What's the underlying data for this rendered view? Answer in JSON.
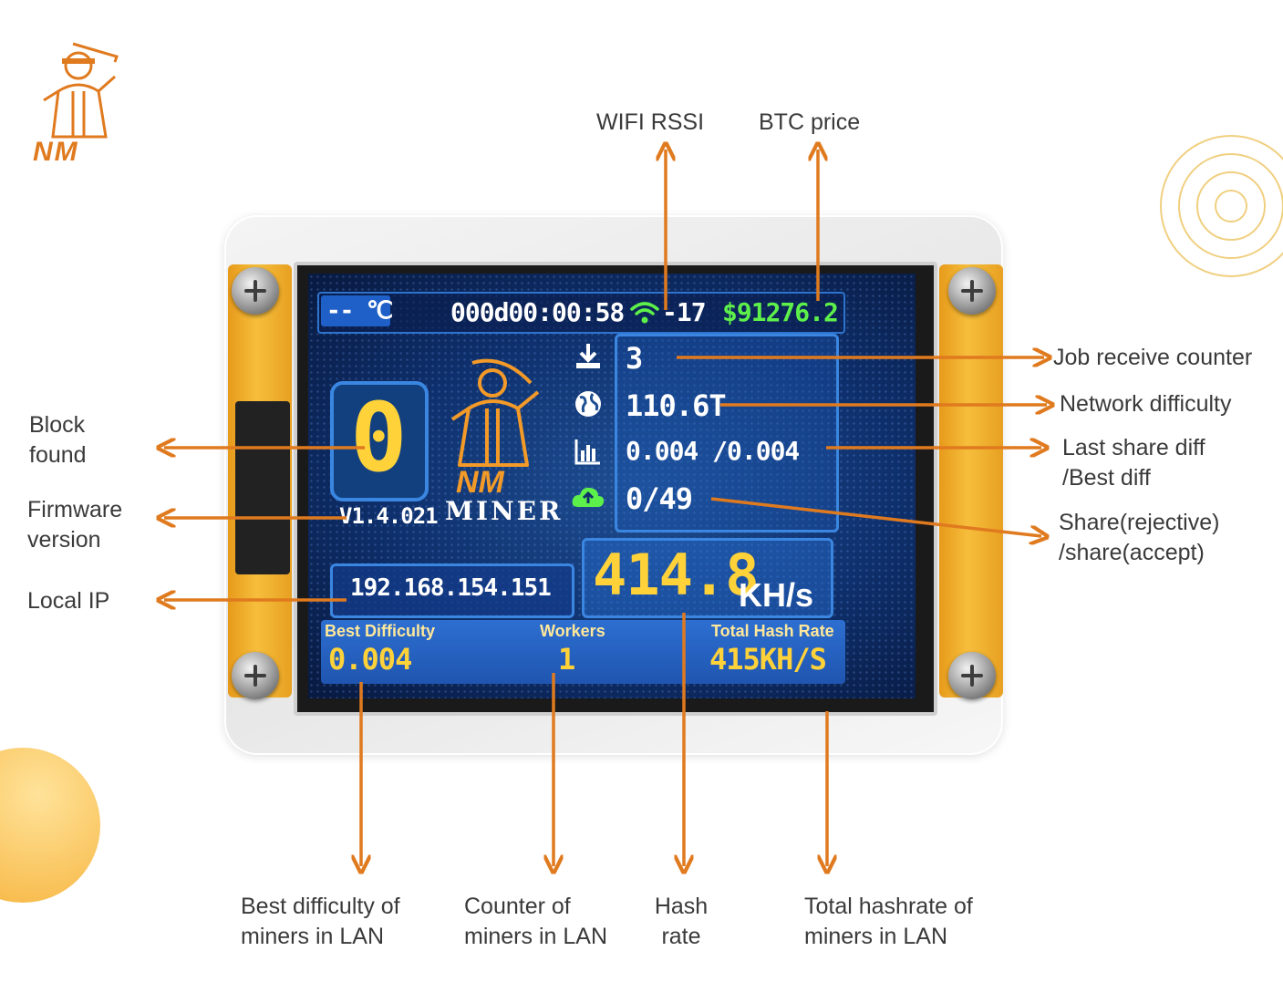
{
  "brand": {
    "logo_text": "NM"
  },
  "colors": {
    "accent_orange": "#e07a1f",
    "lcd_blue": "#1f4f93",
    "digit_yellow": "#ffd23a",
    "price_green": "#5ef04a"
  },
  "screen": {
    "temperature": "-- ℃",
    "uptime": "000d00:00:58",
    "wifi_rssi": "-17",
    "btc_price": "$91276.2",
    "block_found": "0",
    "firmware": "V1.4.021",
    "brand_line1": "NM",
    "brand_line2": "MINER",
    "job_counter": "3",
    "network_difficulty": "110.6T",
    "share_diff": "0.004 /0.004",
    "shares": "0/49",
    "hashrate_value": "414.8",
    "hashrate_unit": "KH/s",
    "local_ip": "192.168.154.151",
    "best_difficulty_label": "Best Difficulty",
    "best_difficulty_value": "0.004",
    "workers_label": "Workers",
    "workers_value": "1",
    "total_hash_label": "Total Hash Rate",
    "total_hash_value": "415KH/S"
  },
  "callouts": {
    "wifi_rssi": "WIFI RSSI",
    "btc_price": "BTC price",
    "job_counter": "Job receive counter",
    "network_difficulty": "Network difficulty",
    "last_share": "Last share diff\n/Best diff",
    "shares": "Share(rejective)\n/share(accept)",
    "block_found": "Block\nfound",
    "firmware": "Firmware\nversion",
    "local_ip": "Local IP",
    "best_difficulty": "Best difficulty of\nminers in LAN",
    "counter": "Counter of\nminers in LAN",
    "hash_rate": "Hash\nrate",
    "total_hashrate": "Total hashrate of\nminers in LAN"
  }
}
